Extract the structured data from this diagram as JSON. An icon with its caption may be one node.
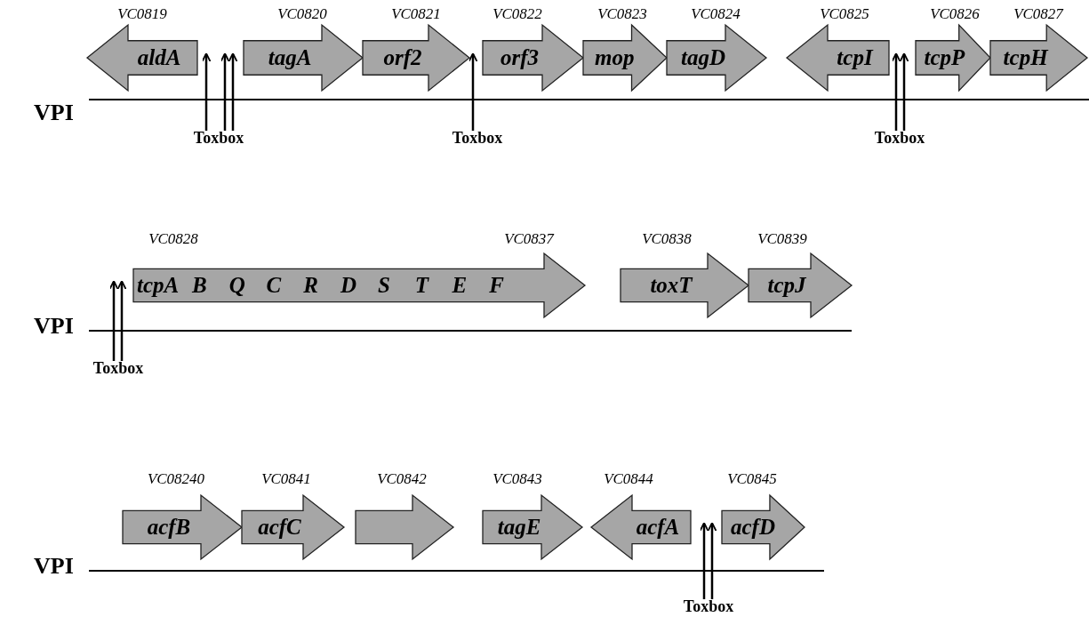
{
  "diagram": {
    "nodes": [
      {
        "text": [
          "aldA"
        ],
        "beside": [
          "VC0819"
        ]
      },
      {
        "text": [
          "tagA"
        ],
        "beside": [
          "VC0820"
        ]
      },
      {
        "text": [
          "orf2"
        ],
        "beside": [
          "VC0821"
        ]
      },
      {
        "text": [
          "orf3"
        ],
        "beside": [
          "VC0822"
        ]
      },
      {
        "text": [
          "mop"
        ],
        "beside": [
          "VC0823"
        ]
      },
      {
        "text": [
          "tagD"
        ],
        "beside": [
          "VC0824"
        ]
      },
      {
        "text": [
          "tcpI"
        ],
        "beside": [
          "VC0825"
        ]
      },
      {
        "text": [
          "tcpP"
        ],
        "beside": [
          "VC0826"
        ]
      },
      {
        "text": [
          "tcpH"
        ],
        "beside": [
          "VC0827"
        ]
      },
      {
        "text": [
          "Toxbox"
        ]
      },
      {
        "text": [
          "Toxbox"
        ]
      },
      {
        "text": [
          "Toxbox"
        ]
      },
      {
        "text": [
          "tcpA",
          "B",
          "Q",
          "C",
          "R",
          "D",
          "S",
          "T",
          "E",
          "F"
        ],
        "beside": [
          "VC0828",
          "VC0837"
        ]
      },
      {
        "text": [
          "toxT"
        ],
        "beside": [
          "VC0838"
        ]
      },
      {
        "text": [
          "tcpJ"
        ],
        "beside": [
          "VC0839"
        ]
      },
      {
        "text": [
          "Toxbox"
        ]
      },
      {
        "text": [
          "acfB"
        ],
        "beside": [
          "VC08240"
        ]
      },
      {
        "text": [
          "acfC"
        ],
        "beside": [
          "VC0841"
        ]
      },
      {
        "text": [],
        "shape": "arrow",
        "beside": [
          "VC0842"
        ]
      },
      {
        "text": [
          "tagE"
        ],
        "beside": [
          "VC0843"
        ]
      },
      {
        "text": [
          "acfA"
        ],
        "beside": [
          "VC0844"
        ]
      },
      {
        "text": [
          "acfD"
        ],
        "beside": [
          "VC0845"
        ]
      },
      {
        "text": [
          "Toxbox"
        ]
      }
    ],
    "edges": [
      {
        "from": 9,
        "to": 0,
        "arrow": "to"
      },
      {
        "from": 9,
        "to": 1,
        "arrow": "to"
      },
      {
        "from": 9,
        "to": 1,
        "arrow": "to"
      },
      {
        "from": 10,
        "to": 3,
        "arrow": "to"
      },
      {
        "from": 11,
        "to": 7,
        "arrow": "to"
      },
      {
        "from": 11,
        "to": 7,
        "arrow": "to"
      },
      {
        "from": 15,
        "to": 12,
        "arrow": "to"
      },
      {
        "from": 15,
        "to": 12,
        "arrow": "to"
      },
      {
        "from": 22,
        "to": 21,
        "arrow": "to"
      },
      {
        "from": 22,
        "to": 21,
        "arrow": "to"
      }
    ],
    "labels": [
      "VPI",
      "VPI",
      "VPI"
    ]
  }
}
